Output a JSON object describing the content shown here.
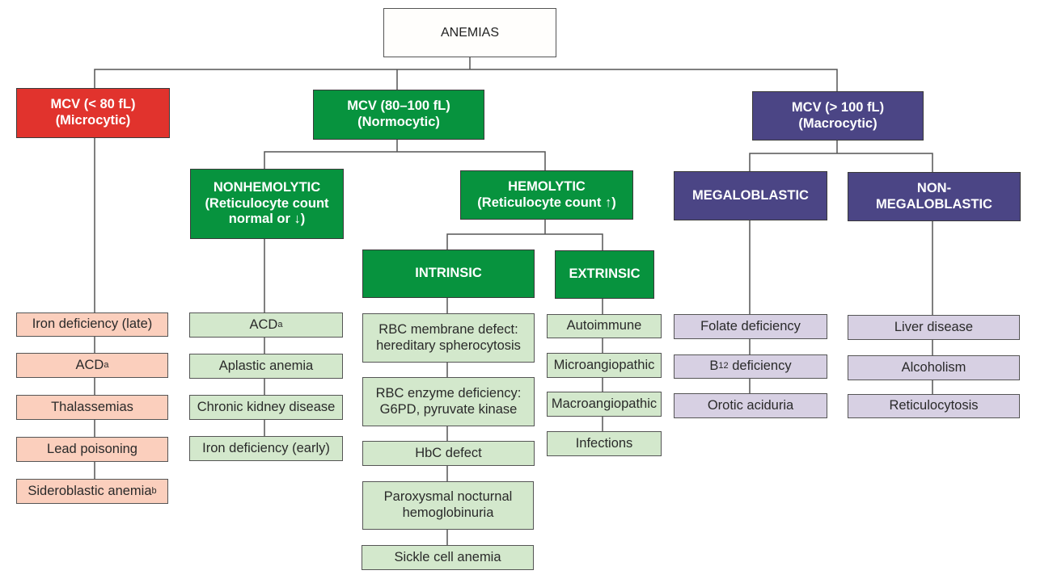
{
  "colors": {
    "microcytic": "#e1332d",
    "normocytic": "#07933e",
    "macrocytic": "#4b4585",
    "microcytic_leaf": "#fbcfbd",
    "normocytic_leaf": "#d3e8cc",
    "macrocytic_leaf": "#d7d0e3",
    "connector": "#555555"
  },
  "root": {
    "label": "ANEMIAS"
  },
  "microcytic": {
    "label": "MCV (< 80 fL)\n(Microcytic)",
    "items": [
      {
        "text": "Iron deficiency (late)",
        "sup": ""
      },
      {
        "text": "ACD",
        "sup": "a"
      },
      {
        "text": "Thalassemias",
        "sup": ""
      },
      {
        "text": "Lead poisoning",
        "sup": ""
      },
      {
        "text": "Sideroblastic anemia",
        "sup": "b"
      }
    ]
  },
  "normocytic": {
    "label": "MCV (80–100 fL)\n(Normocytic)",
    "nonhemolytic": {
      "label": "NONHEMOLYTIC\n(Reticulocyte count\nnormal or ↓)",
      "items": [
        {
          "text": "ACD",
          "sup": "a"
        },
        {
          "text": "Aplastic anemia",
          "sup": ""
        },
        {
          "text": "Chronic kidney disease",
          "sup": ""
        },
        {
          "text": "Iron deficiency (early)",
          "sup": ""
        }
      ]
    },
    "hemolytic": {
      "label": "HEMOLYTIC\n(Reticulocyte count ↑)",
      "intrinsic": {
        "label": "INTRINSIC",
        "items": [
          {
            "text": "RBC membrane defect:\nhereditary spherocytosis",
            "sup": ""
          },
          {
            "text": "RBC enzyme deficiency:\nG6PD, pyruvate kinase",
            "sup": ""
          },
          {
            "text": "HbC defect",
            "sup": ""
          },
          {
            "text": "Paroxysmal nocturnal\nhemoglobinuria",
            "sup": ""
          },
          {
            "text": "Sickle cell anemia",
            "sup": ""
          }
        ]
      },
      "extrinsic": {
        "label": "EXTRINSIC",
        "items": [
          {
            "text": "Autoimmune",
            "sup": ""
          },
          {
            "text": "Microangiopathic",
            "sup": ""
          },
          {
            "text": "Macroangiopathic",
            "sup": ""
          },
          {
            "text": "Infections",
            "sup": ""
          }
        ]
      }
    }
  },
  "macrocytic": {
    "label": "MCV (> 100 fL)\n(Macrocytic)",
    "megaloblastic": {
      "label": "MEGALOBLASTIC",
      "items": [
        {
          "text": "Folate deficiency",
          "pre": "",
          "sub": ""
        },
        {
          "text": " deficiency",
          "pre": "B",
          "sub": "12"
        },
        {
          "text": "Orotic aciduria",
          "pre": "",
          "sub": ""
        }
      ]
    },
    "nonmegaloblastic": {
      "label": "NON-\nMEGALOBLASTIC",
      "items": [
        {
          "text": "Liver disease"
        },
        {
          "text": "Alcoholism"
        },
        {
          "text": "Reticulocytosis"
        }
      ]
    }
  }
}
